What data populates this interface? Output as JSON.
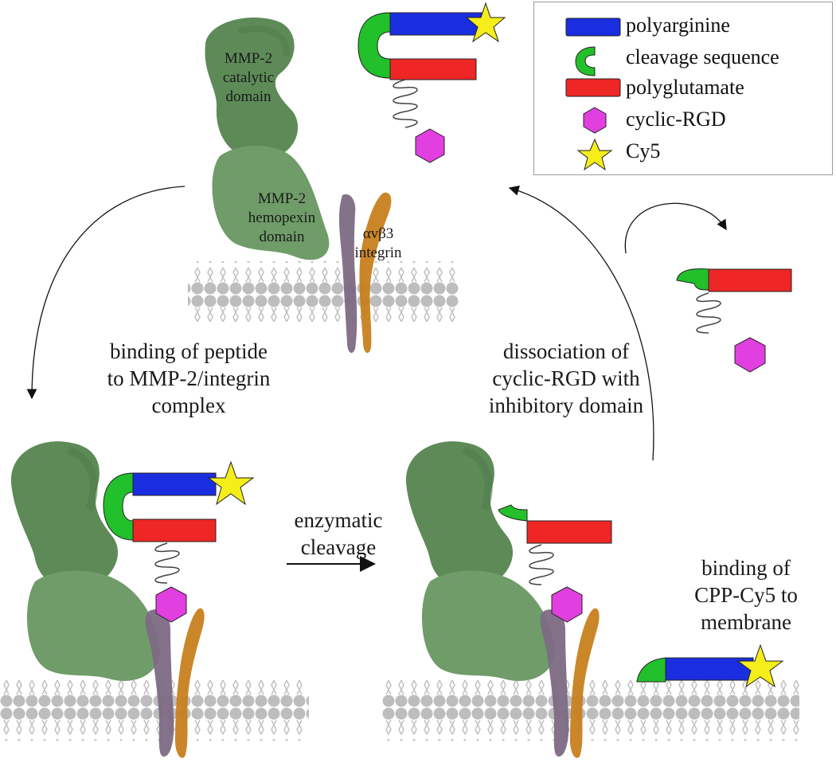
{
  "legend": {
    "items": [
      {
        "label": "polyarginine",
        "icon": "blue-bar-icon",
        "color": "#1a2ee0"
      },
      {
        "label": "cleavage sequence",
        "icon": "green-arc-icon",
        "color": "#22c02a"
      },
      {
        "label": "polyglutamate",
        "icon": "red-bar-icon",
        "color": "#ee2626"
      },
      {
        "label": "cyclic-RGD",
        "icon": "magenta-hexagon-icon",
        "color": "#e23fe0"
      },
      {
        "label": "Cy5",
        "icon": "yellow-star-icon",
        "color": "#f5ee1a"
      }
    ]
  },
  "labels": {
    "catalytic": [
      "MMP-2",
      "catalytic",
      "domain"
    ],
    "hemopexin": [
      "MMP-2",
      "hemopexin",
      "domain"
    ],
    "integrin_symbol": "αvβ3",
    "integrin_word": "integrin",
    "step_binding": [
      "binding of  peptide",
      "to MMP-2/integrin",
      "complex"
    ],
    "step_dissociation": [
      "dissociation of",
      "cyclic-RGD with",
      "inhibitory domain"
    ],
    "step_cleavage": [
      "enzymatic",
      "cleavage"
    ],
    "step_cpp": [
      "binding of",
      "CPP-Cy5 to",
      "membrane"
    ]
  },
  "colors": {
    "mmp_dark": "#4f7a4a",
    "mmp_mid": "#628f5c",
    "mmp_light": "#77a56f",
    "integrin_alpha": "#7d6a85",
    "integrin_beta": "#c8801e",
    "membrane": "#bdbdbd"
  }
}
